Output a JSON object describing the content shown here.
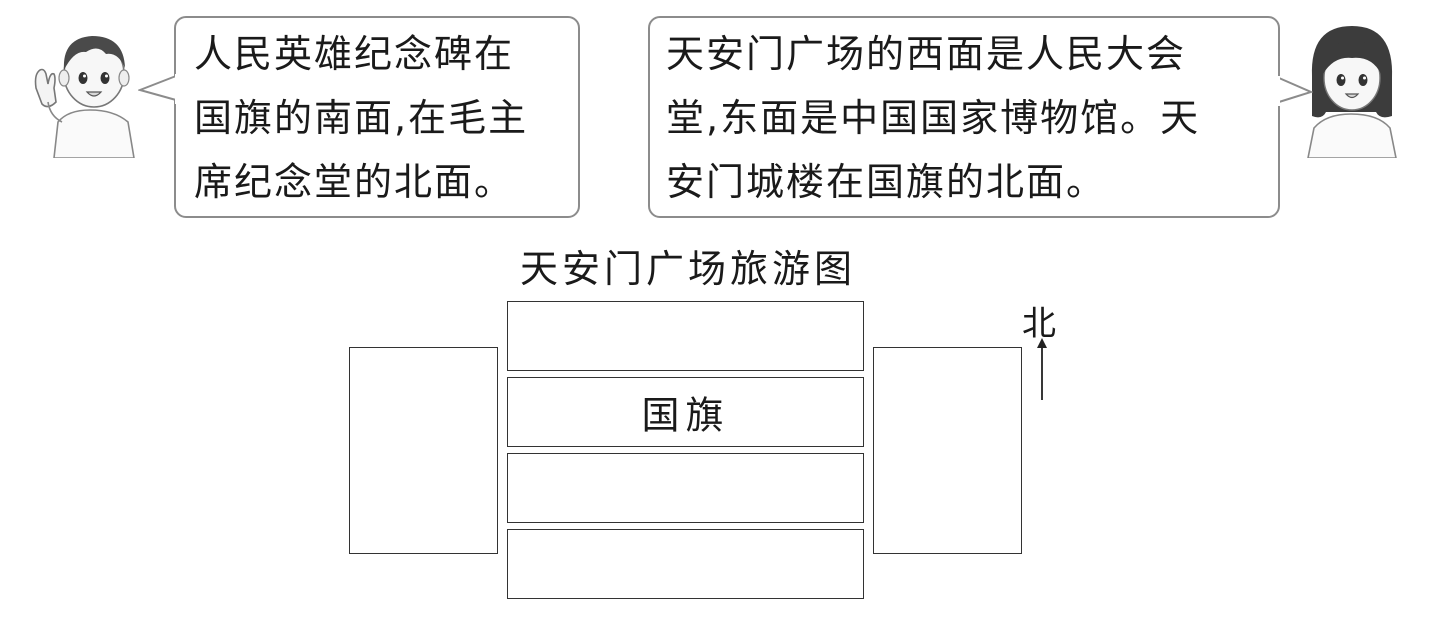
{
  "bubbles": {
    "left": {
      "lines": [
        "人民英雄纪念碑在",
        "国旗的南面,在毛主",
        "席纪念堂的北面。"
      ]
    },
    "right": {
      "lines": [
        "天安门广场的西面是人民大会",
        "堂,东面是中国国家博物馆。天",
        "安门城楼在国旗的北面。"
      ]
    }
  },
  "map": {
    "title": "天安门广场旅游图",
    "center_label": "国旗",
    "north_label": "北"
  },
  "characters": {
    "boy": "boy-waving",
    "girl": "girl-smiling"
  }
}
